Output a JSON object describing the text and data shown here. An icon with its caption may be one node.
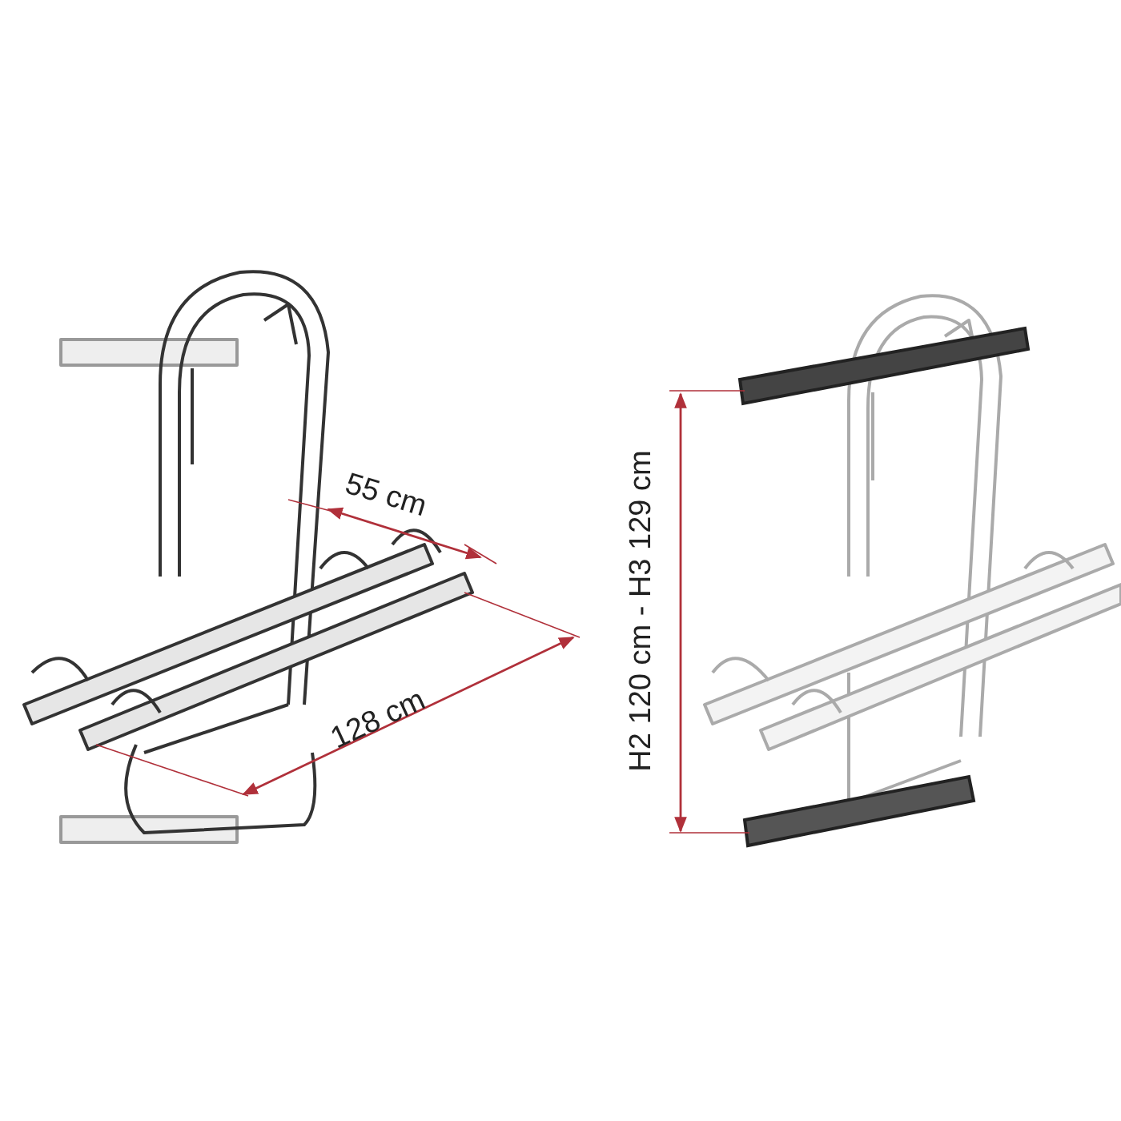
{
  "diagram": {
    "labels": [
      "55 cm",
      "128 cm",
      "H2 120 cm - H3 129 cm"
    ]
  }
}
